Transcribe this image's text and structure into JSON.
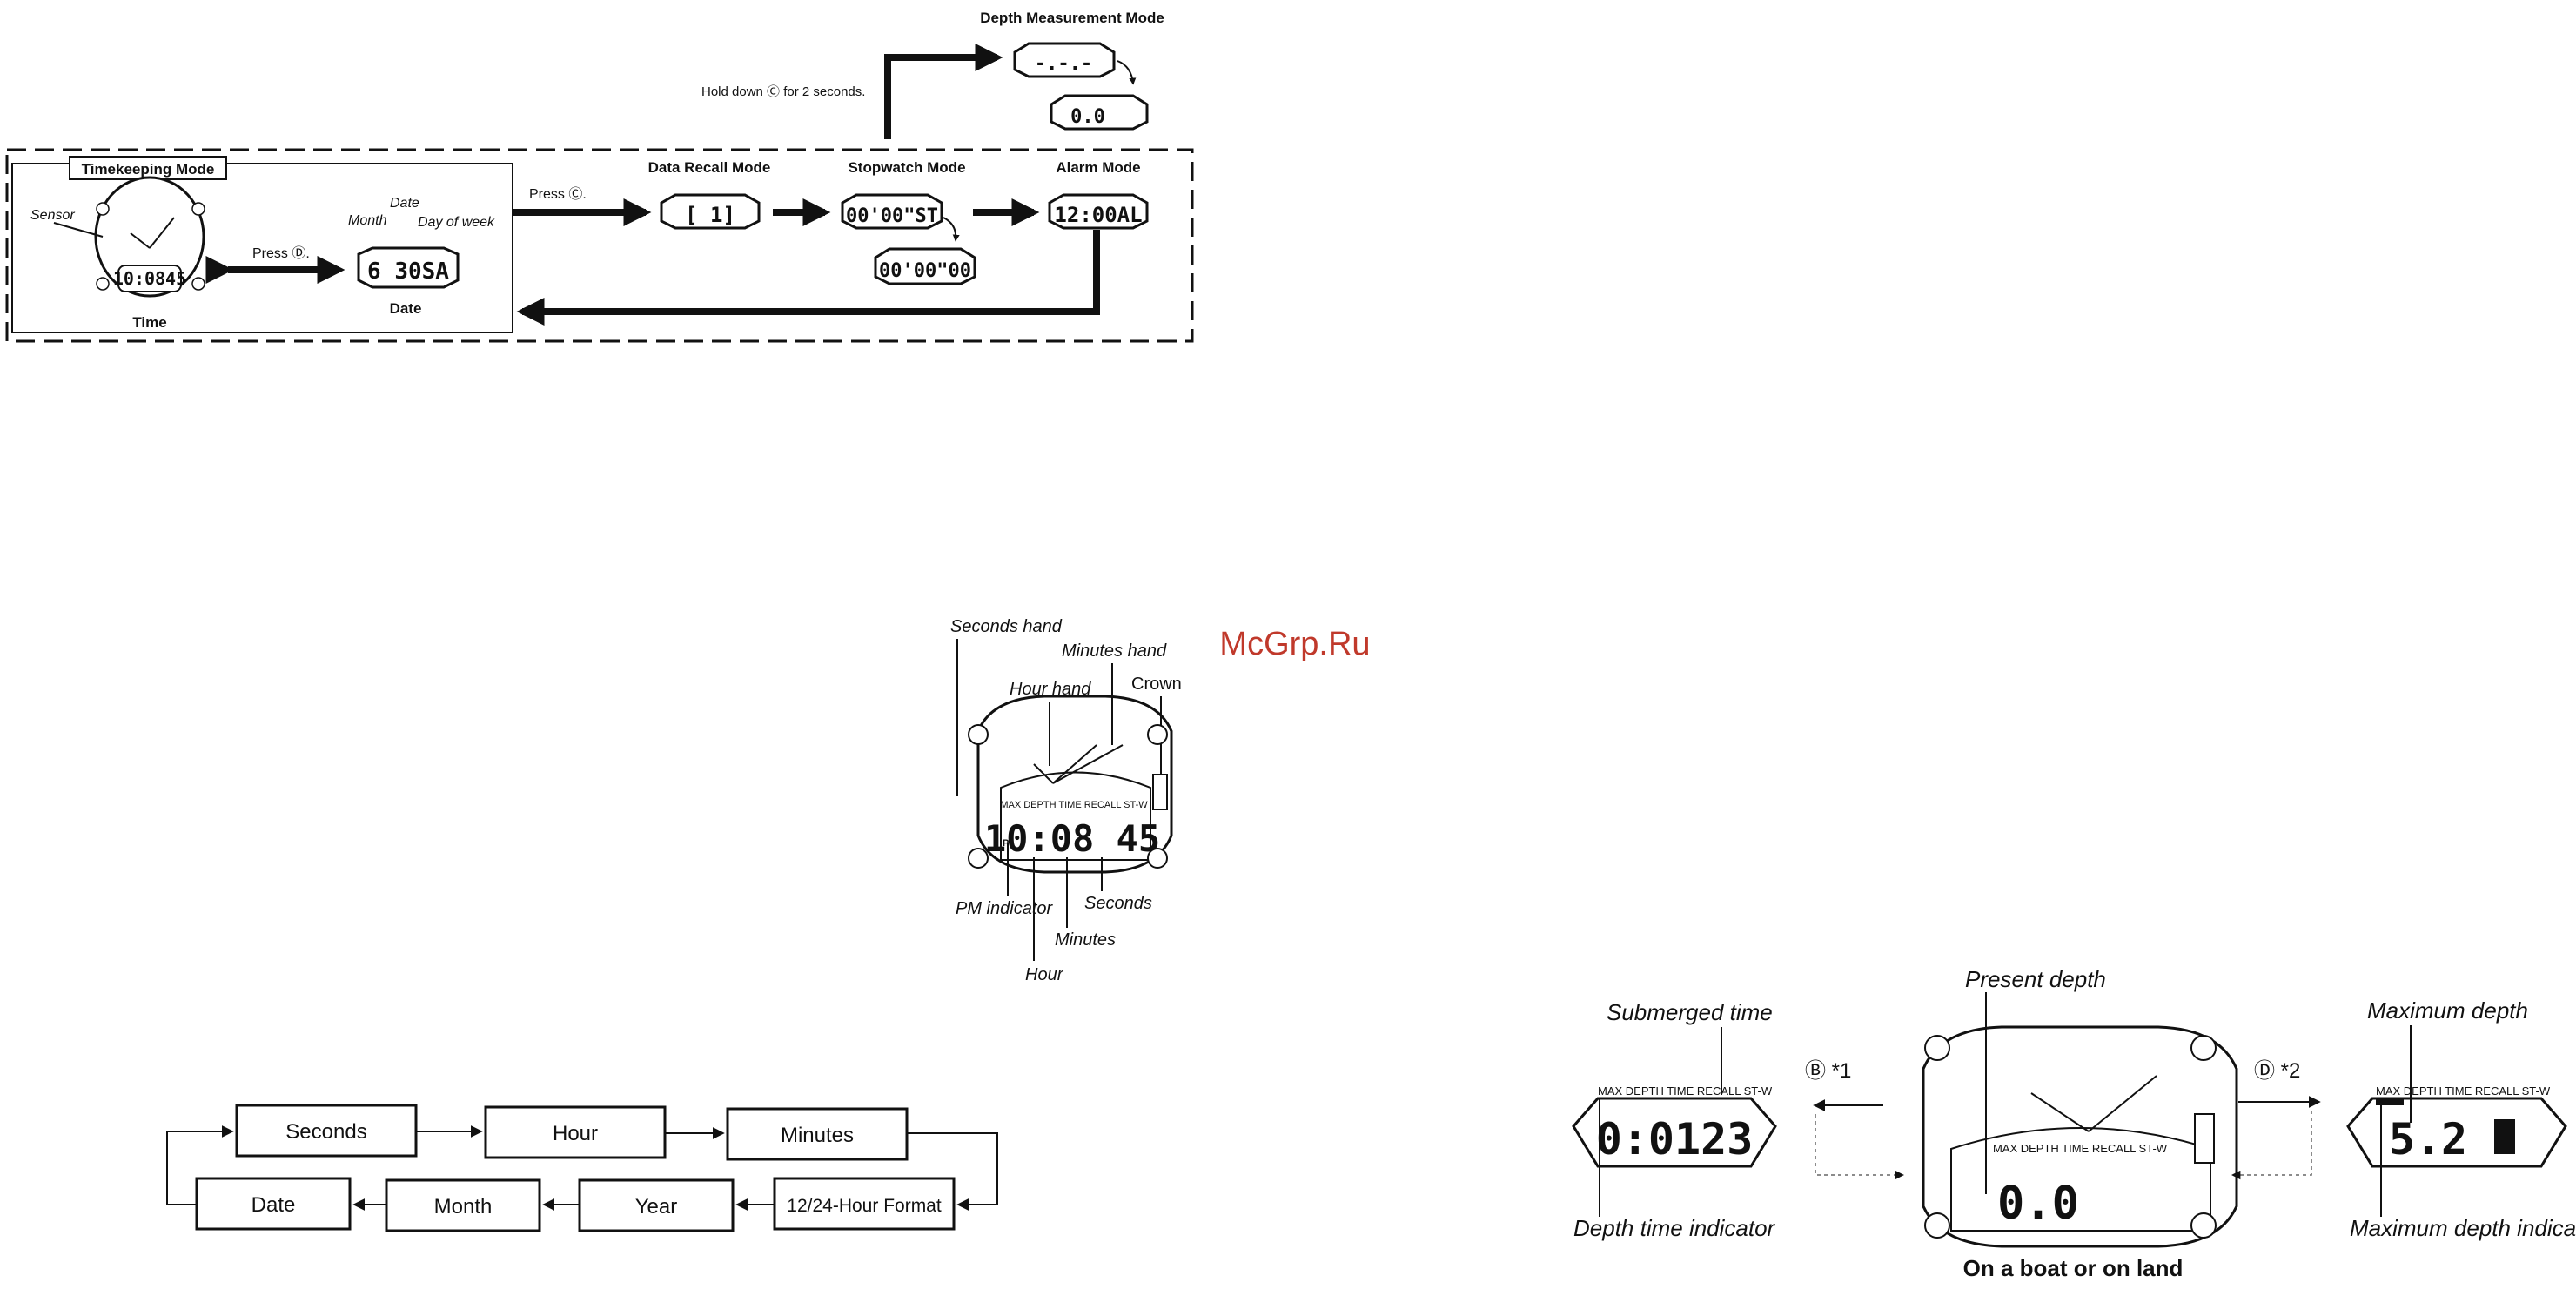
{
  "watermark": "McGrp.Ru",
  "mode_flow": {
    "timekeeping_title": "Timekeeping Mode",
    "sensor": "Sensor",
    "time_label": "Time",
    "press_d": "Press Ⓓ.",
    "date_top": "Date",
    "month": "Month",
    "day_of_week": "Day of week",
    "date_label": "Date",
    "press_c": "Press Ⓒ.",
    "data_recall": "Data Recall Mode",
    "stopwatch": "Stopwatch Mode",
    "alarm": "Alarm Mode",
    "depth_mode": "Depth Measurement Mode",
    "hold_c": "Hold down Ⓒ for 2 seconds.",
    "lcd_time": "10:0845",
    "lcd_date": "6 30SA",
    "lcd_recall": "[ 1]",
    "lcd_sw1": "00'00\"ST",
    "lcd_sw2": "00'00\"00",
    "lcd_alarm": "12:00AL",
    "lcd_depth1": "-.-.-",
    "lcd_depth2": "0.0"
  },
  "watch_diagram": {
    "seconds_hand": "Seconds hand",
    "minutes_hand": "Minutes hand",
    "hour_hand": "Hour hand",
    "crown": "Crown",
    "pm_indicator": "PM indicator",
    "hour": "Hour",
    "minutes": "Minutes",
    "seconds": "Seconds",
    "indicators": "MAX  DEPTH TIME  RECALL  ST-W",
    "lcd": "10:08 45",
    "pm_mark": "P"
  },
  "setting_flow": {
    "items": [
      "Seconds",
      "Hour",
      "Minutes",
      "12/24-Hour Format",
      "Year",
      "Month",
      "Date"
    ]
  },
  "depth_diagram": {
    "submerged_time": "Submerged time",
    "present_depth": "Present depth",
    "maximum_depth": "Maximum depth",
    "depth_time_indicator": "Depth time indicator",
    "maximum_depth_indicator": "Maximum depth indicator",
    "caption": "On a boat or on land",
    "btn_b_note": "Ⓑ  *1",
    "btn_d_note": "Ⓓ  *2",
    "indicators": "MAX  DEPTH TIME  RECALL  ST-W",
    "lcd_left": "0:0123",
    "lcd_center": "0.0",
    "lcd_right": "5.2"
  }
}
